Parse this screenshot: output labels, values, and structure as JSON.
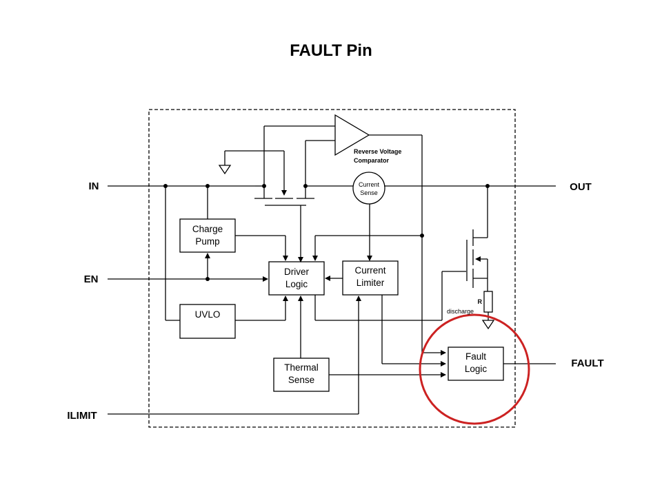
{
  "title": "FAULT Pin",
  "pins": {
    "in": "IN",
    "en": "EN",
    "ilimit": "ILIMIT",
    "out": "OUT",
    "fault": "FAULT"
  },
  "blocks": {
    "charge_pump": [
      "Charge",
      "Pump"
    ],
    "uvlo": [
      "UVLO"
    ],
    "driver_logic": [
      "Driver",
      "Logic"
    ],
    "current_limiter": [
      "Current",
      "Limiter"
    ],
    "thermal_sense": [
      "Thermal",
      "Sense"
    ],
    "fault_logic": [
      "Fault",
      "Logic"
    ],
    "current_sense": [
      "Current",
      "Sense"
    ],
    "reverse_voltage_comparator": [
      "Reverse Voltage",
      "Comparator"
    ],
    "r_discharge": [
      "R",
      "discharge"
    ]
  },
  "colors": {
    "highlight": "#cc2222",
    "line": "#000000"
  }
}
